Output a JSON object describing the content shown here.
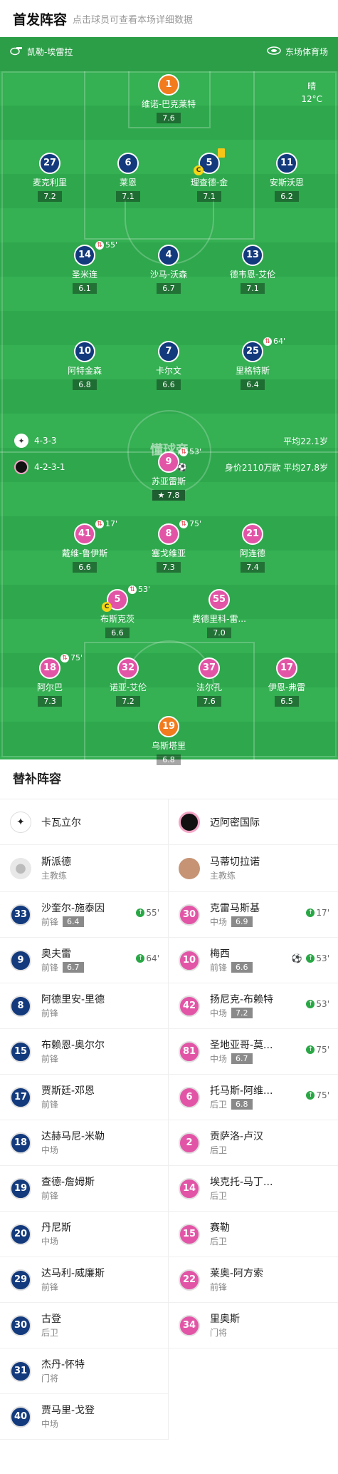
{
  "header": {
    "title": "首发阵容",
    "subtitle": "点击球员可查看本场详细数据"
  },
  "pitch": {
    "referee": "凯勒-埃雷拉",
    "venue": "东场体育场",
    "weather": "晴",
    "temperature": "12°C",
    "home": {
      "formation": "4-3-3",
      "avg_age": "平均22.1岁"
    },
    "away": {
      "formation": "4-2-3-1",
      "value": "身价2110万欧 平均27.8岁"
    },
    "watermark": "懂球帝",
    "players": [
      {
        "n": "1",
        "name": "维诺-巴克莱特",
        "rt": "7.6",
        "team": "gk"
      },
      {
        "n": "27",
        "name": "麦克利里",
        "rt": "7.2",
        "team": "home"
      },
      {
        "n": "6",
        "name": "莱恩",
        "rt": "7.1",
        "team": "home"
      },
      {
        "n": "5",
        "name": "理查德-金",
        "rt": "7.1",
        "team": "home",
        "ev": "card",
        "cap": "C"
      },
      {
        "n": "11",
        "name": "安斯沃思",
        "rt": "6.2",
        "team": "home"
      },
      {
        "n": "14",
        "name": "圣米连",
        "rt": "6.1",
        "team": "home",
        "ev": "55'"
      },
      {
        "n": "4",
        "name": "沙马-沃森",
        "rt": "6.7",
        "team": "home"
      },
      {
        "n": "13",
        "name": "德韦恩-艾伦",
        "rt": "7.1",
        "team": "home"
      },
      {
        "n": "10",
        "name": "阿特金森",
        "rt": "6.8",
        "team": "home"
      },
      {
        "n": "7",
        "name": "卡尔文",
        "rt": "6.6",
        "team": "home"
      },
      {
        "n": "25",
        "name": "里格特斯",
        "rt": "6.4",
        "team": "home",
        "ev": "64'"
      },
      {
        "n": "9",
        "name": "苏亚雷斯",
        "rt": "7.8",
        "team": "away",
        "ev": "53'",
        "star": true
      },
      {
        "n": "41",
        "name": "戴维-鲁伊斯",
        "rt": "6.6",
        "team": "away",
        "ev": "17'"
      },
      {
        "n": "8",
        "name": "塞戈维亚",
        "rt": "7.3",
        "team": "away",
        "ev": "75'"
      },
      {
        "n": "21",
        "name": "阿连德",
        "rt": "7.4",
        "team": "away"
      },
      {
        "n": "5",
        "name": "布斯克茨",
        "rt": "6.6",
        "team": "away",
        "ev": "53'",
        "cap": "C"
      },
      {
        "n": "55",
        "name": "费德里科-雷...",
        "rt": "7.0",
        "team": "away"
      },
      {
        "n": "18",
        "name": "阿尔巴",
        "rt": "7.3",
        "team": "away",
        "ev": "75'"
      },
      {
        "n": "32",
        "name": "诺亚-艾伦",
        "rt": "7.2",
        "team": "away"
      },
      {
        "n": "37",
        "name": "法尔孔",
        "rt": "7.6",
        "team": "away"
      },
      {
        "n": "17",
        "name": "伊恩-弗雷",
        "rt": "6.5",
        "team": "away"
      },
      {
        "n": "19",
        "name": "乌斯塔里",
        "rt": "6.8",
        "team": "gk"
      }
    ]
  },
  "subs": {
    "title": "替补阵容",
    "home": {
      "team": "卡瓦立尔",
      "coach": "斯派德",
      "coach_role": "主教练",
      "list": [
        {
          "n": "33",
          "name": "沙奎尔-施泰因",
          "pos": "前锋",
          "rt": "6.4",
          "min": "55'"
        },
        {
          "n": "9",
          "name": "奥夫雷",
          "pos": "前锋",
          "rt": "6.7",
          "min": "64'"
        },
        {
          "n": "8",
          "name": "阿德里安-里德",
          "pos": "前锋"
        },
        {
          "n": "15",
          "name": "布赖恩-奥尔尔",
          "pos": "前锋"
        },
        {
          "n": "17",
          "name": "贾斯廷-邓恩",
          "pos": "前锋"
        },
        {
          "n": "18",
          "name": "达赫马尼-米勒",
          "pos": "中场"
        },
        {
          "n": "19",
          "name": "查德-詹姆斯",
          "pos": "前锋"
        },
        {
          "n": "20",
          "name": "丹尼斯",
          "pos": "中场"
        },
        {
          "n": "29",
          "name": "达马利-威廉斯",
          "pos": "前锋"
        },
        {
          "n": "30",
          "name": "古登",
          "pos": "后卫"
        },
        {
          "n": "31",
          "name": "杰丹-怀特",
          "pos": "门将"
        },
        {
          "n": "40",
          "name": "贾马里-戈登",
          "pos": "中场"
        }
      ]
    },
    "away": {
      "team": "迈阿密国际",
      "coach": "马蒂切拉诺",
      "coach_role": "主教练",
      "list": [
        {
          "n": "30",
          "name": "克雷马斯基",
          "pos": "中场",
          "rt": "6.9",
          "min": "17'"
        },
        {
          "n": "10",
          "name": "梅西",
          "pos": "前锋",
          "rt": "6.6",
          "min": "53'",
          "ball": true
        },
        {
          "n": "42",
          "name": "扬尼克-布赖特",
          "pos": "中场",
          "rt": "7.2",
          "min": "53'"
        },
        {
          "n": "81",
          "name": "圣地亚哥-莫...",
          "pos": "中场",
          "rt": "6.7",
          "min": "75'"
        },
        {
          "n": "6",
          "name": "托马斯-阿维...",
          "pos": "后卫",
          "rt": "6.8",
          "min": "75'"
        },
        {
          "n": "2",
          "name": "贡萨洛-卢汉",
          "pos": "后卫"
        },
        {
          "n": "14",
          "name": "埃克托-马丁...",
          "pos": "后卫"
        },
        {
          "n": "15",
          "name": "赛勒",
          "pos": "后卫"
        },
        {
          "n": "22",
          "name": "莱奥-阿方索",
          "pos": "前锋"
        },
        {
          "n": "34",
          "name": "里奥斯",
          "pos": "门将"
        }
      ]
    }
  }
}
